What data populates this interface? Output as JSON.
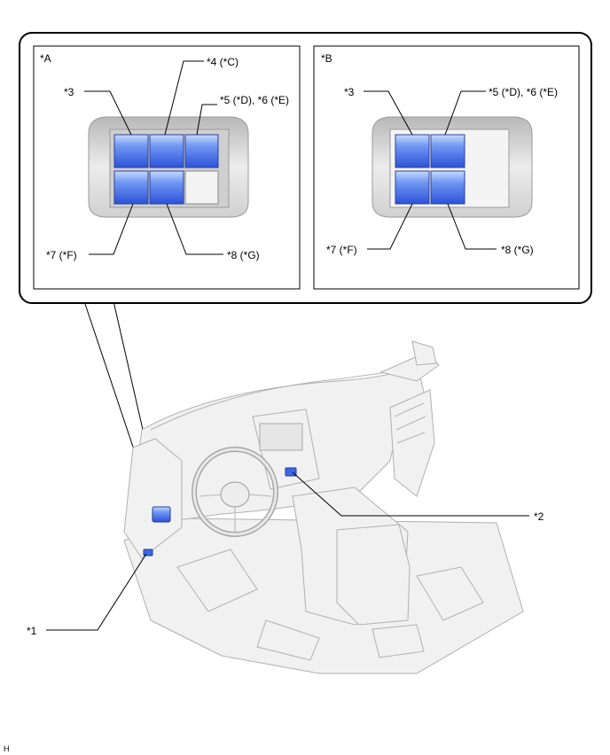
{
  "callout_frame": {
    "view_a": {
      "id": "*A",
      "labels": {
        "p3": "*3",
        "p4": "*4 (*C)",
        "p56": "*5 (*D), *6 (*E)",
        "p7": "*7 (*F)",
        "p8": "*8 (*G)"
      }
    },
    "view_b": {
      "id": "*B",
      "labels": {
        "p3": "*3",
        "p56": "*5 (*D), *6 (*E)",
        "p7": "*7 (*F)",
        "p8": "*8 (*G)"
      }
    }
  },
  "vehicle": {
    "labels": {
      "p1": "*1",
      "p2": "*2"
    }
  },
  "corner_mark": "H",
  "colors": {
    "switch_blue": "#3d69e6",
    "switch_light": "#a9c6ff",
    "panel_gray": "#dcdcdc",
    "line": "#000000"
  }
}
